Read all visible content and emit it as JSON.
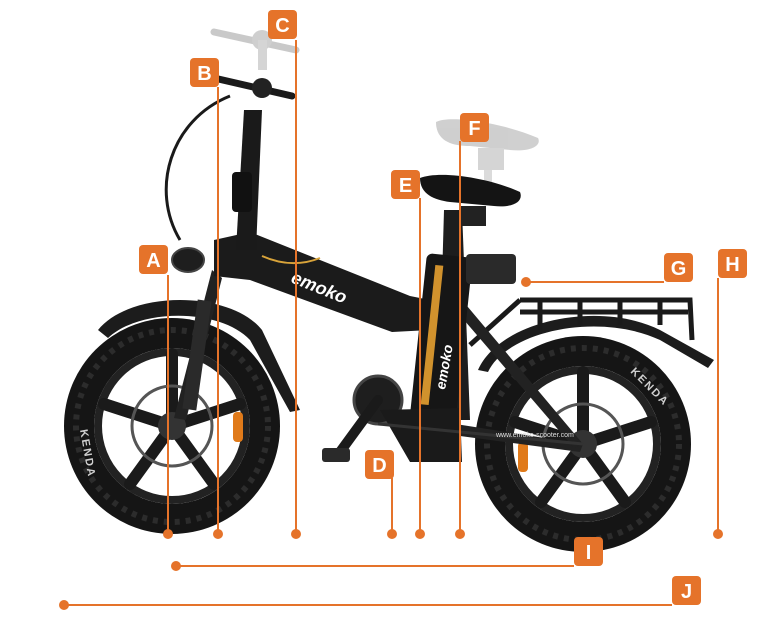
{
  "brand": {
    "name": "emoko",
    "url": "www.emoko-scooter.com"
  },
  "tire_brand": "KENDA",
  "accent_color": "#e5732a",
  "labels": [
    {
      "id": "A",
      "letter": "A"
    },
    {
      "id": "B",
      "letter": "B"
    },
    {
      "id": "C",
      "letter": "C"
    },
    {
      "id": "D",
      "letter": "D"
    },
    {
      "id": "E",
      "letter": "E"
    },
    {
      "id": "F",
      "letter": "F"
    },
    {
      "id": "G",
      "letter": "G"
    },
    {
      "id": "H",
      "letter": "H"
    },
    {
      "id": "I",
      "letter": "I"
    },
    {
      "id": "J",
      "letter": "J"
    }
  ]
}
